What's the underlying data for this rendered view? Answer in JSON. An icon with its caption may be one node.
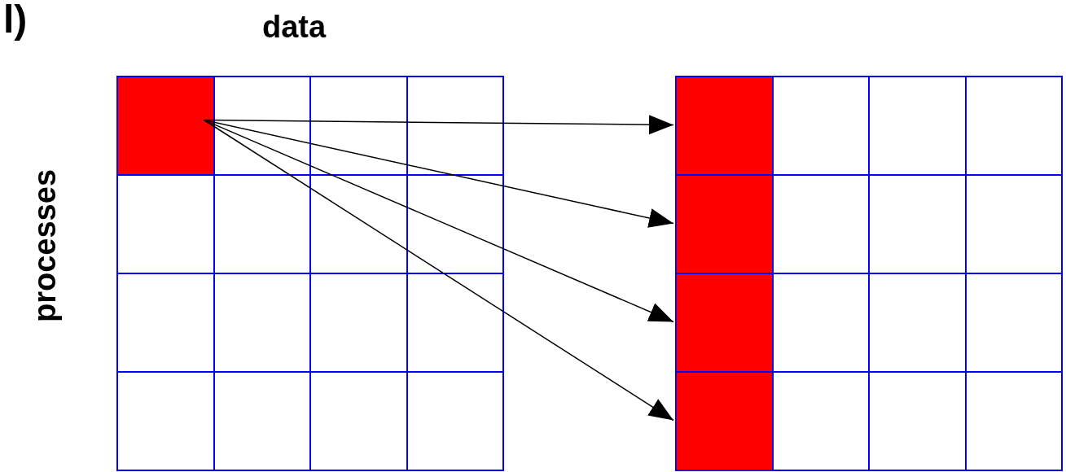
{
  "diagram": {
    "nodes": [
      {
        "text": [],
        "shape": "box"
      },
      {
        "text": [],
        "shape": "box"
      },
      {
        "text": [],
        "shape": "box"
      },
      {
        "text": [],
        "shape": "box"
      },
      {
        "text": [],
        "shape": "box"
      }
    ],
    "edges": [
      {
        "from": 0,
        "to": 1,
        "arrow": "to"
      },
      {
        "from": 0,
        "to": 2,
        "arrow": "to"
      },
      {
        "from": 0,
        "to": 3,
        "arrow": "to"
      },
      {
        "from": 0,
        "to": 4,
        "arrow": "to"
      }
    ],
    "labels": [
      "l)",
      "data",
      "processes"
    ]
  }
}
